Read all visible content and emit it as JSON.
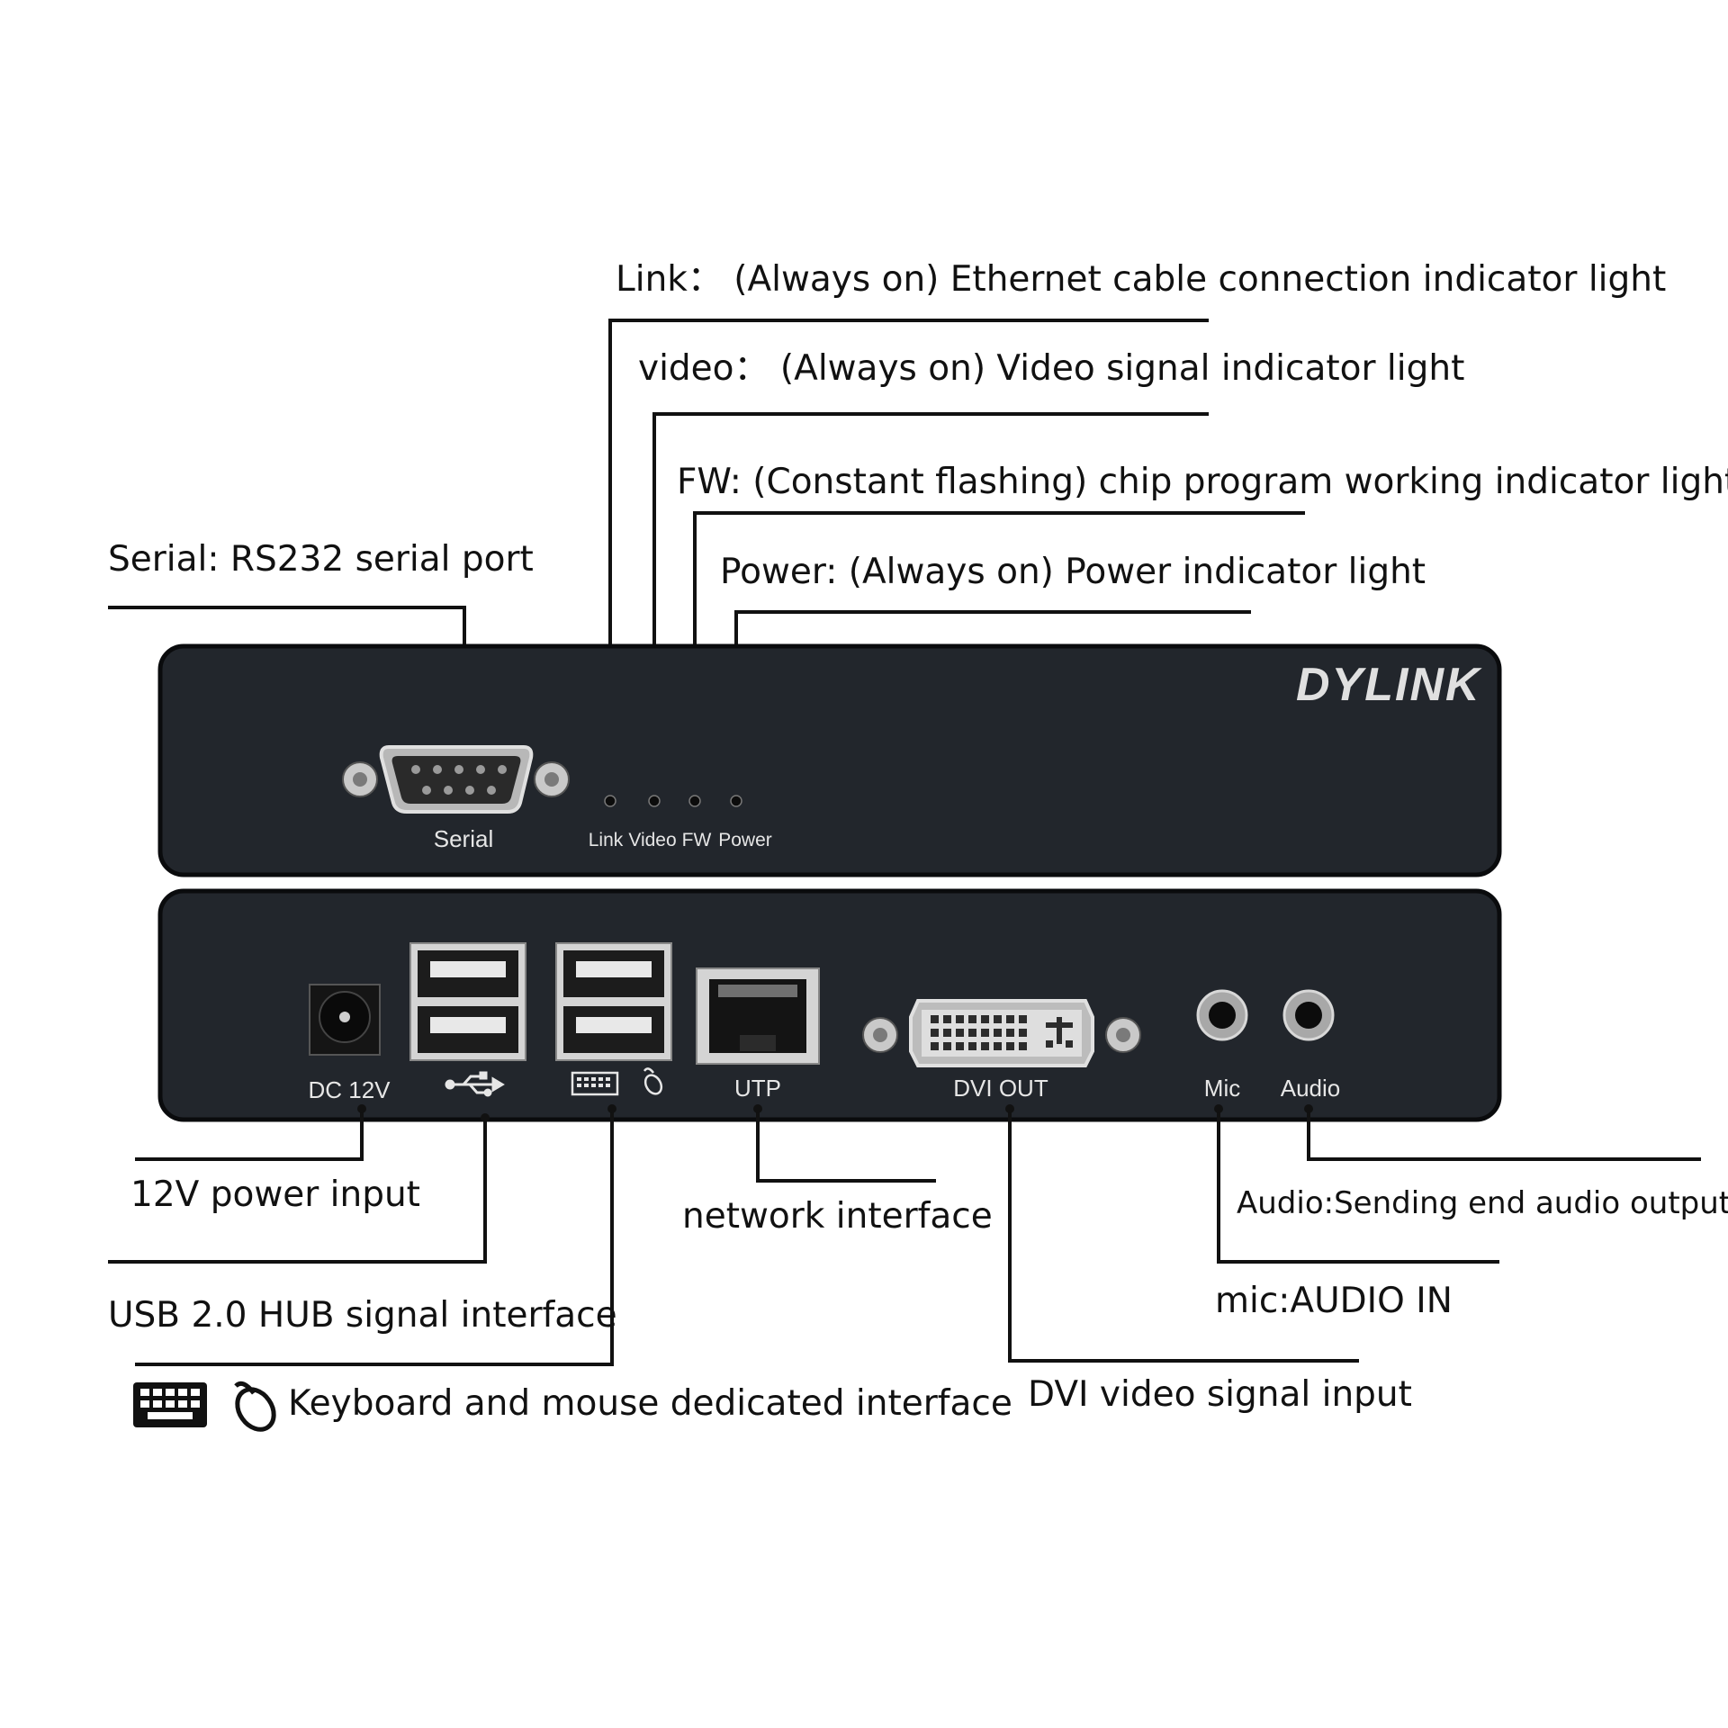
{
  "brand": "DYLINK",
  "colors": {
    "panel": "#22262c",
    "panel_text": "#e6e6e6",
    "callout_text": "#111111",
    "background": "#ffffff"
  },
  "top_callouts": {
    "link": "Link：  (Always on) Ethernet cable connection indicator light",
    "video": "video：  (Always on) Video signal indicator light",
    "fw": "FW: (Constant flashing) chip program working indicator light",
    "power": "Power: (Always on) Power indicator light",
    "serial": "Serial: RS232 serial port"
  },
  "front_panel": {
    "serial_label": "Serial",
    "led_labels": [
      "Link",
      "Video",
      "FW",
      "Power"
    ]
  },
  "rear_panel": {
    "dc_label": "DC 12V",
    "usb_icon": "usb-icon",
    "kbm_icons": [
      "keyboard-icon",
      "mouse-icon"
    ],
    "utp_label": "UTP",
    "dvi_label": "DVI OUT",
    "mic_label": "Mic",
    "audio_label": "Audio"
  },
  "bottom_callouts": {
    "power_input": "12V power input",
    "usb_hub": "USB 2.0 HUB signal interface",
    "kbm": "Keyboard and mouse dedicated interface",
    "network": "network interface",
    "dvi": "DVI video signal input",
    "mic": "mic:AUDIO IN",
    "audio": "Audio:Sending end audio output"
  }
}
